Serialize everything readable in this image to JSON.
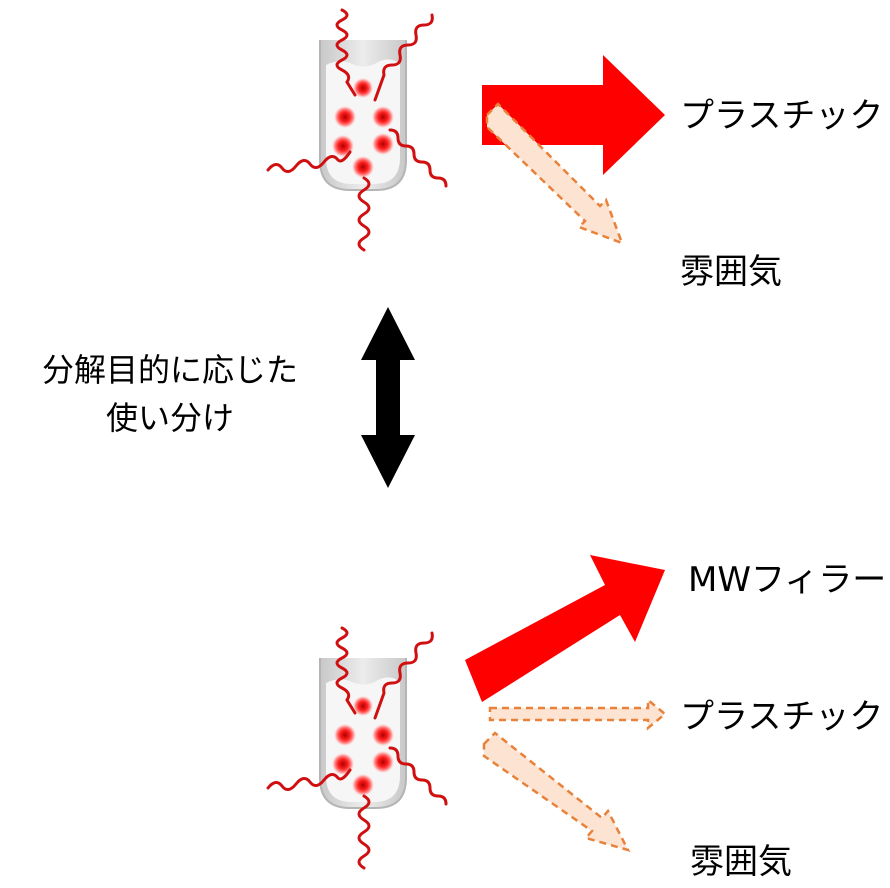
{
  "labels": {
    "top_plastic": "プラスチック",
    "top_atmosphere": "雰囲気",
    "middle_line1": "分解目的に応じた",
    "middle_line2": "使い分け",
    "bottom_mw_filler": "MWフィラー",
    "bottom_plastic": "プラスチック",
    "bottom_atmosphere": "雰囲気"
  },
  "colors": {
    "main_arrow": "#ff0000",
    "minor_arrow_stroke": "#e8823a",
    "minor_arrow_fill": "#fde3d2",
    "double_arrow": "#000000",
    "wave": "#d01010",
    "vessel": "#dcdcdc"
  }
}
